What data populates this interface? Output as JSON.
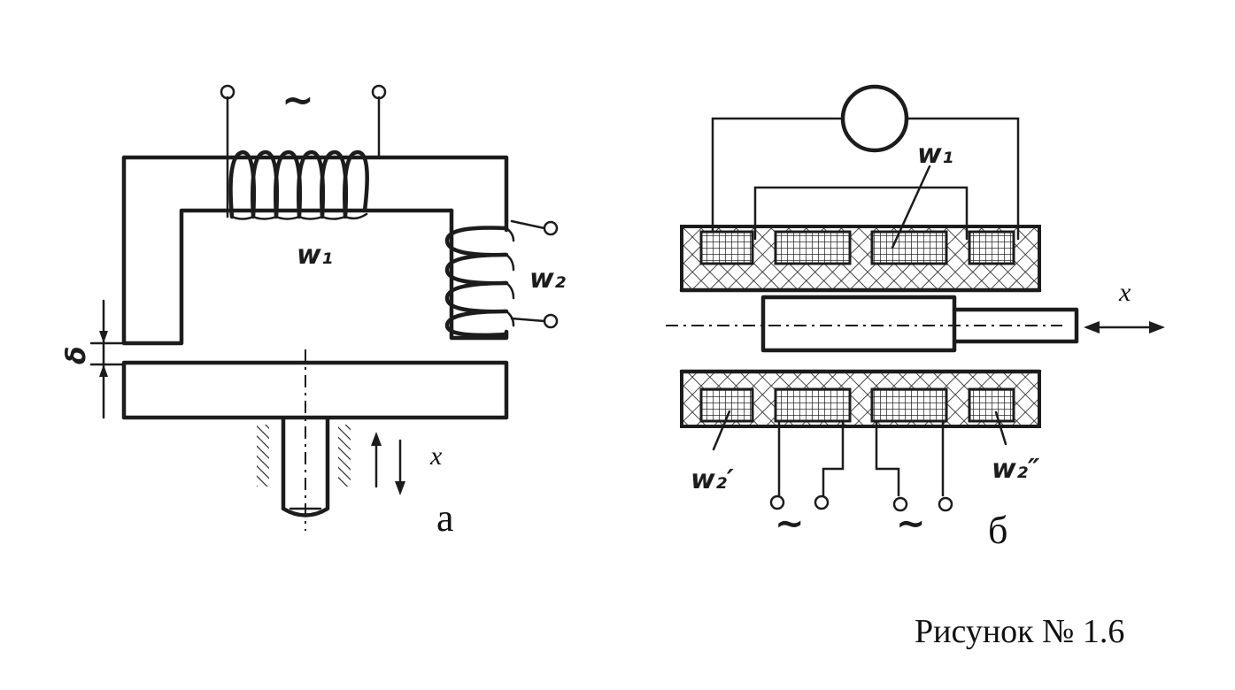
{
  "diagram_a": {
    "ac_symbol": "~",
    "winding_primary": "w₁",
    "winding_secondary": "w₂",
    "gap_label": "δ",
    "motion_label": "x",
    "caption_letter": "а"
  },
  "diagram_b": {
    "winding_primary": "w₁",
    "winding_secondary_left": "w₂′",
    "winding_secondary_right": "w₂″",
    "ac_symbol_left": "~",
    "ac_symbol_right": "~",
    "motion_label": "x",
    "caption_letter": "б"
  },
  "figure_caption": "Рисунок № 1.6",
  "colors": {
    "ink": "#1c1c1c",
    "paper": "#ffffff"
  }
}
